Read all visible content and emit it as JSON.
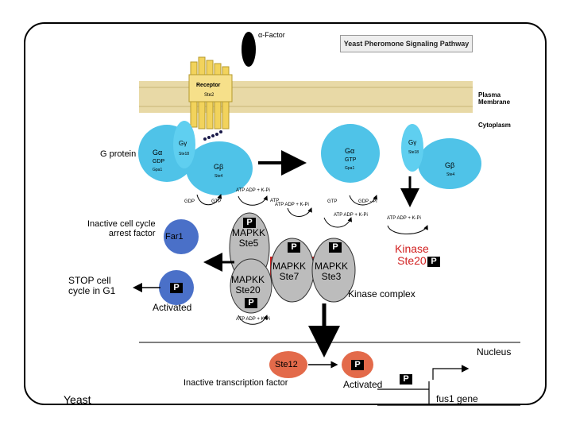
{
  "diagram": {
    "title": "Yeast Pheromone Signaling Pathway",
    "alpha_factor": "α-Factor",
    "receptor": "Receptor",
    "receptor_sub": "Ste2",
    "plasma_membrane": "Plasma\nMembrane",
    "cytoplasm": "Cytoplasm",
    "g_protein": "G protein",
    "g_alpha": "Gα",
    "g_alpha_gdp": "GDP",
    "g_alpha_sub": "Gpa1",
    "g_gamma": "Gγ",
    "g_gamma_sub": "Ste18",
    "g_beta": "Gβ",
    "g_beta_sub": "Ste4",
    "g_alpha_gtp": "GTP",
    "gdp": "GDP",
    "gtp": "GTP",
    "gdp_pi": "GDP - Pi",
    "atp_adp_1": "ATP ADP + K-Pi",
    "atp_adp_2": "ATP ADP + K-Pi",
    "atp_adp_3": "ATP ADP + K-Pi",
    "atp_adp_4": "ATP ADP + K-Pi",
    "atp_adp_5": "ATP ADP + K-Pi",
    "atp_1": "ATP",
    "inactive_cell_cycle": "Inactive cell cycle\narrest factor",
    "far1": "Far1",
    "stop_cell_cycle": "STOP cell\ncycle in G1",
    "activated_1": "Activated",
    "mapkk_ste5": "MAPKK\nSte5",
    "mapkk_ste7": "MAPKK\nSte7",
    "mapkk_ste3": "MAPKK\nSte3",
    "mapkk_ste20": "MAPKK\nSte20",
    "kinase_ste20": "Kinase\nSte20",
    "kinase_complex": "Kinase complex",
    "nucleus": "Nucleus",
    "ste12": "Ste12",
    "inactive_tf": "Inactive transcription factor",
    "activated_2": "Activated",
    "fus1_gene": "fus1 gene",
    "yeast": "Yeast",
    "p": "P"
  }
}
